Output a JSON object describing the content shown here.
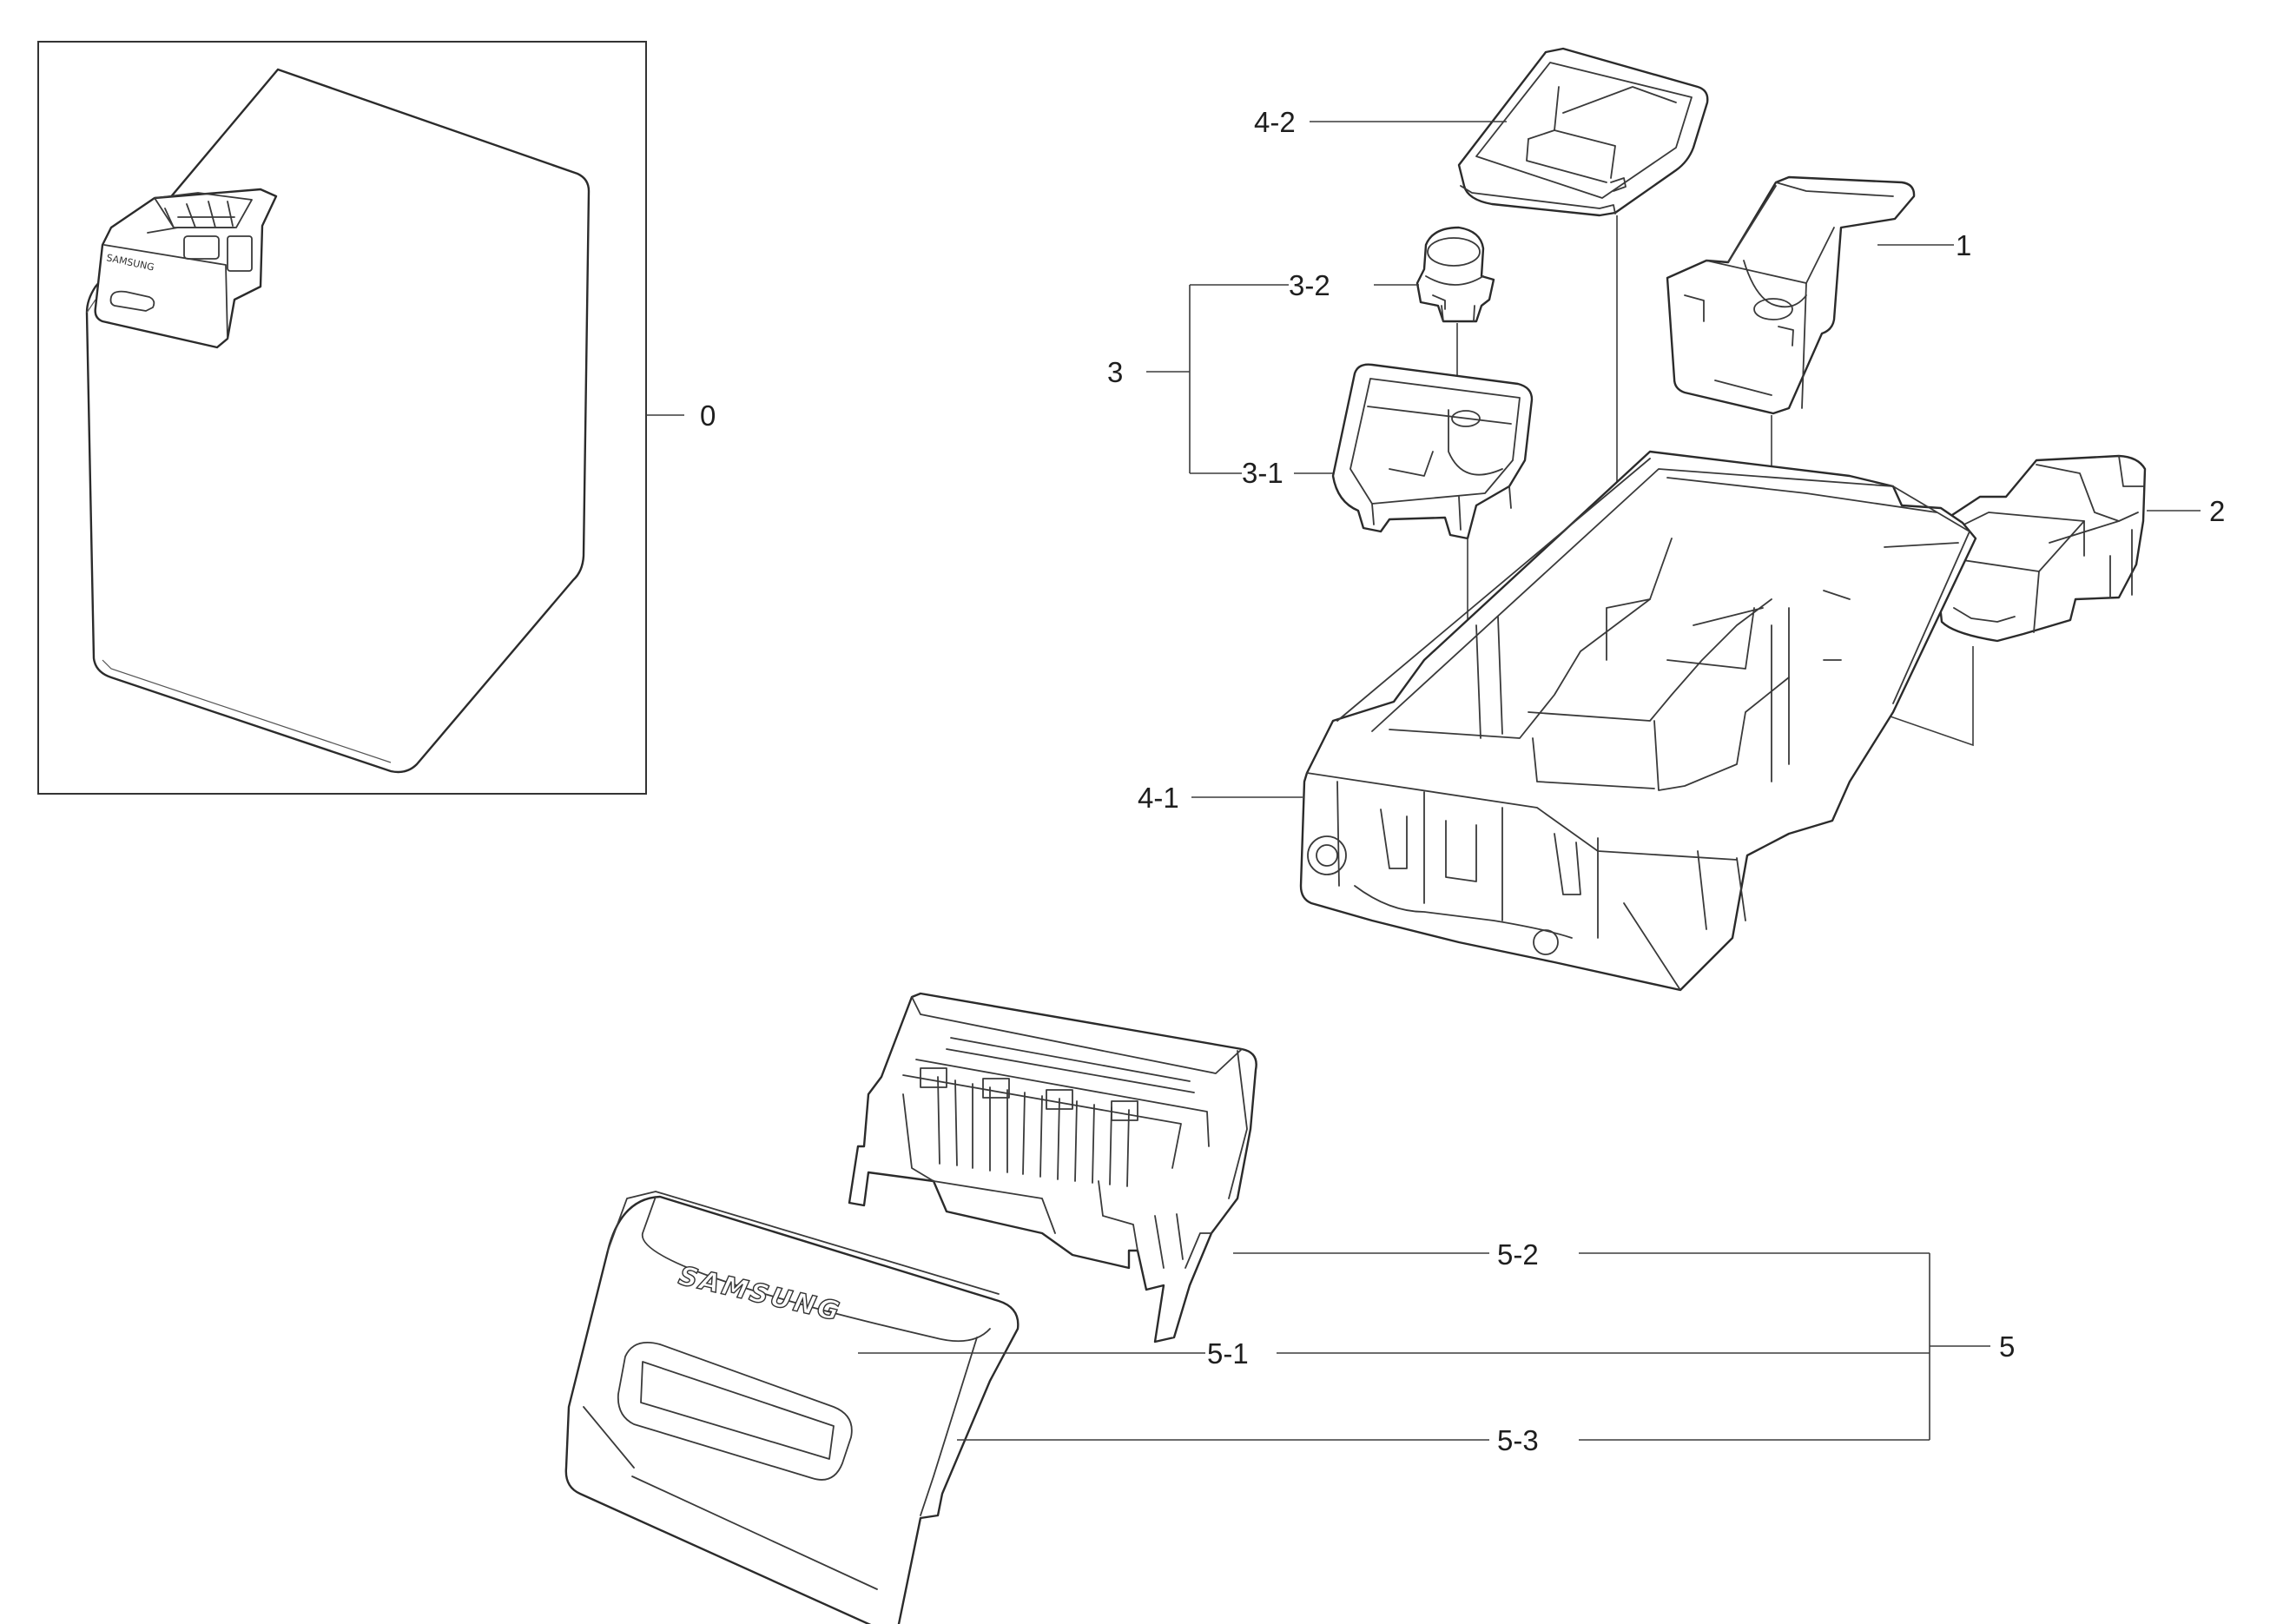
{
  "brand_text": "SAMSUNG",
  "callouts": {
    "c0": "0",
    "c1": "1",
    "c2": "2",
    "c3": "3",
    "c3_1": "3-1",
    "c3_2": "3-2",
    "c4_1": "4-1",
    "c4_2": "4-2",
    "c5": "5",
    "c5_1": "5-1",
    "c5_2": "5-2",
    "c5_3": "5-3"
  }
}
